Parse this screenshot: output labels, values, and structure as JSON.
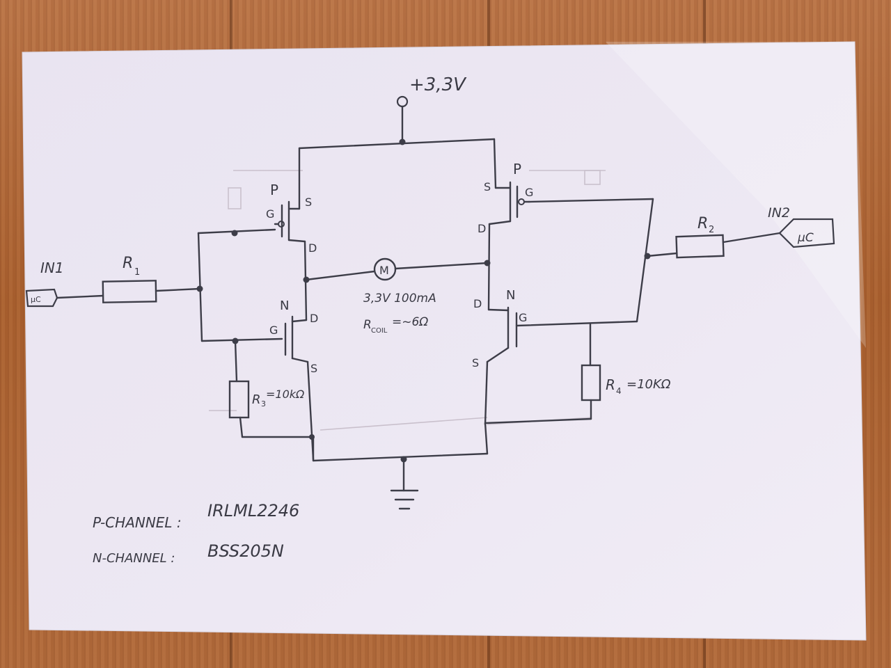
{
  "labels": {
    "supply": "+3,3V",
    "in1": "IN1",
    "in2": "IN2",
    "r1": "R",
    "r1_sub": "1",
    "r2": "R",
    "r2_sub": "2",
    "r3": "R",
    "r3_sub": "3",
    "r3_value": "=10kΩ",
    "r4": "R",
    "r4_sub": "4",
    "r4_value": "=10KΩ",
    "motor": "M",
    "motor_spec": "3,3V 100mA",
    "coil": "R",
    "coil_sub": "COIL",
    "coil_value": "=~6Ω",
    "uc_left": "µC",
    "uc_right": "µC",
    "pin_p": "P",
    "pin_n": "N",
    "pin_s": "S",
    "pin_d": "D",
    "pin_g": "G"
  },
  "notes": {
    "p_channel_label": "P-CHANNEL :",
    "p_channel_part": "IRLML2246",
    "n_channel_label": "N-CHANNEL :",
    "n_channel_part": "BSS205N"
  },
  "colors": {
    "ink": "#3d3d48",
    "paper": "#ebe6f2",
    "wood": "#b0673a"
  }
}
